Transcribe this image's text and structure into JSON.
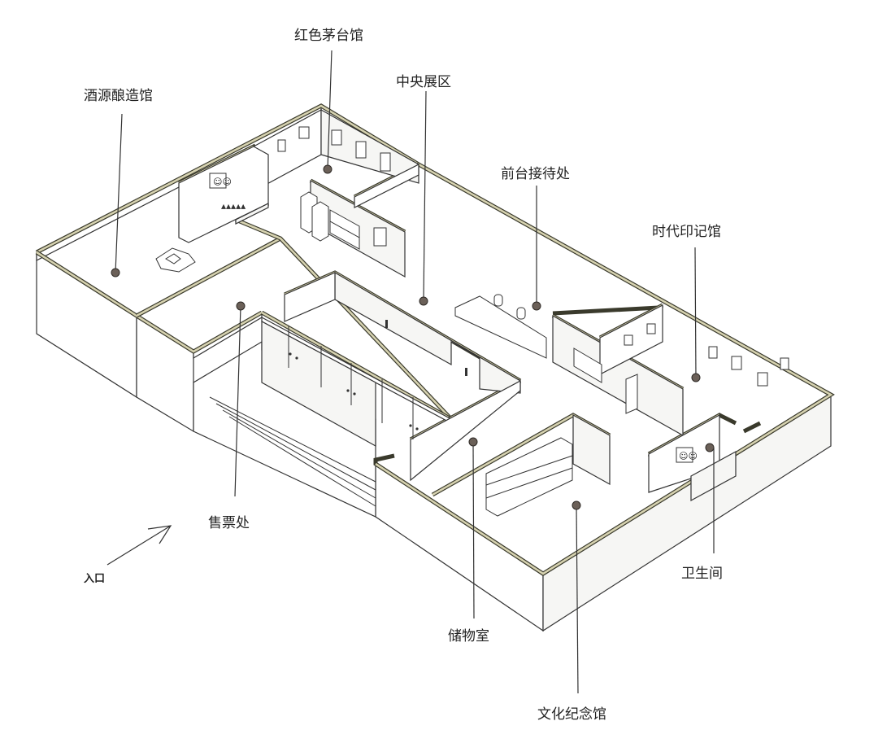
{
  "labels": {
    "jiuyuan": "酒源酿造馆",
    "hongse": "红色茅台馆",
    "zhongyang": "中央展区",
    "qiantai": "前台接待处",
    "shidai": "时代印记馆",
    "shoupiao": "售票处",
    "weisheng": "卫生间",
    "chuwu": "储物室",
    "wenhua": "文化纪念馆",
    "rukou": "入口"
  },
  "colors": {
    "wall_cap_outer": "#3a3a2c",
    "wall_cap_inner": "#d6d2b0",
    "marker": "#6b6058"
  }
}
